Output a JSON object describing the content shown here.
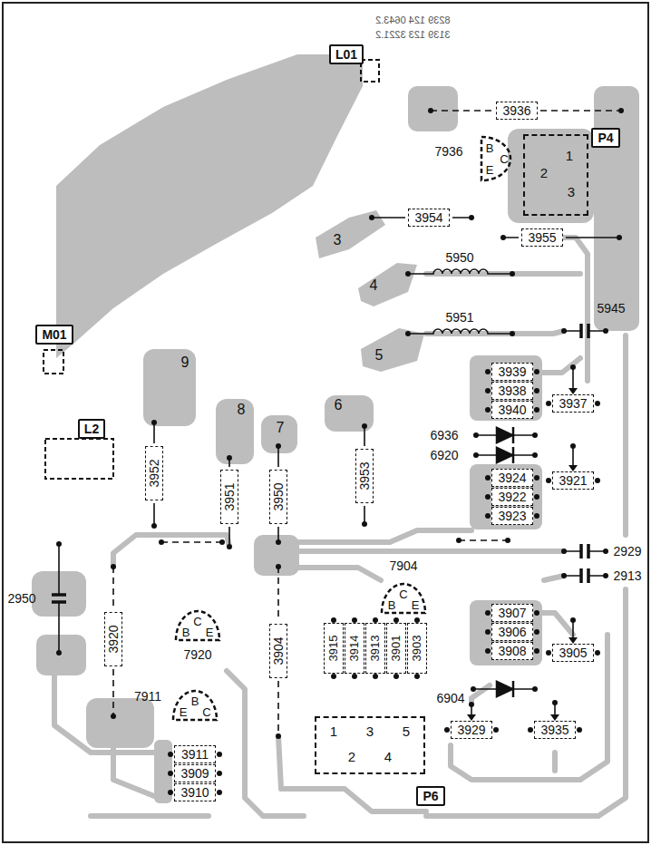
{
  "diagram": {
    "nodes": [
      {
        "text": [
          "L01"
        ]
      },
      {
        "text": [
          "3936"
        ]
      },
      {
        "text": [
          "P4"
        ]
      },
      {
        "text": [
          "7936",
          "B",
          "C",
          "E"
        ]
      },
      {
        "text": [
          "1",
          "2",
          "3"
        ]
      },
      {
        "text": [
          "3954"
        ]
      },
      {
        "text": [
          "3955"
        ]
      },
      {
        "text": [
          "M01"
        ]
      },
      {
        "text": [
          "3939"
        ]
      },
      {
        "text": [
          "3938"
        ]
      },
      {
        "text": [
          "3937"
        ]
      },
      {
        "text": [
          "3940"
        ]
      },
      {
        "text": [
          "L2"
        ]
      },
      {
        "text": [
          "3952"
        ]
      },
      {
        "text": [
          "3953"
        ]
      },
      {
        "text": [
          "3924"
        ]
      },
      {
        "text": [
          "3951"
        ]
      },
      {
        "text": [
          "3950"
        ]
      },
      {
        "text": [
          "3921"
        ]
      },
      {
        "text": [
          "3922"
        ]
      },
      {
        "text": [
          "3923"
        ]
      },
      {
        "text": [
          "7904",
          "C",
          "B",
          "E"
        ]
      },
      {
        "text": [
          "3907"
        ]
      },
      {
        "text": [
          "3920"
        ]
      },
      {
        "text": [
          "C",
          "B",
          "E",
          "7920"
        ]
      },
      {
        "text": [
          "3906"
        ]
      },
      {
        "text": [
          "3904"
        ]
      },
      {
        "text": [
          "3915"
        ]
      },
      {
        "text": [
          "3914"
        ]
      },
      {
        "text": [
          "3913"
        ]
      },
      {
        "text": [
          "3901"
        ]
      },
      {
        "text": [
          "3903"
        ]
      },
      {
        "text": [
          "3908"
        ]
      },
      {
        "text": [
          "3905"
        ]
      },
      {
        "text": [
          "7911",
          "B",
          "E",
          "C"
        ]
      },
      {
        "text": [
          "3929"
        ]
      },
      {
        "text": [
          "3935"
        ]
      },
      {
        "text": [
          "1",
          "3",
          "5",
          "2",
          "4"
        ]
      },
      {
        "text": [
          "3911"
        ]
      },
      {
        "text": [
          "3909"
        ]
      },
      {
        "text": [
          "3910"
        ]
      },
      {
        "text": [
          "P6"
        ]
      }
    ],
    "labels": [
      "8239 124 0643.2",
      "3139 123 3221.2",
      "3",
      "5950",
      "4",
      "5951",
      "5945",
      "5",
      "9",
      "6",
      "8",
      "6936",
      "7",
      "6920",
      "2929",
      "2913",
      "2950",
      "6904"
    ]
  }
}
